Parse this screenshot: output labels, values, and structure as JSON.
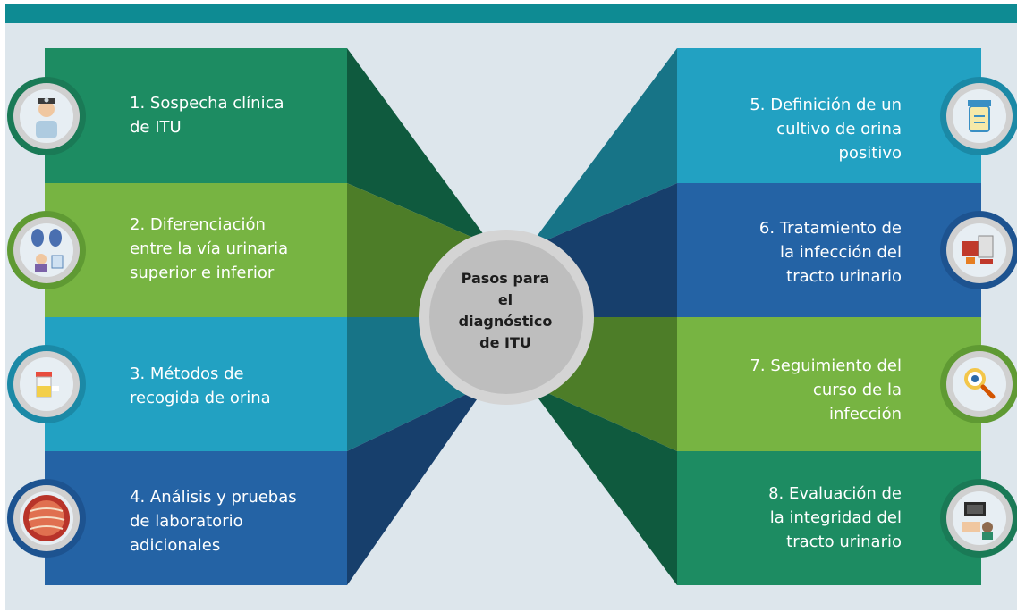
{
  "center": {
    "title": "Pasos para\nel\ndiagnóstico\nde ITU"
  },
  "steps_left": [
    {
      "label": "1. Sospecha clínica\nde ITU",
      "icon": "doctor-icon",
      "color": "#1d8c62",
      "wedge": "#0f5a3e"
    },
    {
      "label": "2. Diferenciación\nentre la vía urinaria\nsuperior e inferior",
      "icon": "kidney-icon",
      "color": "#77b442",
      "wedge": "#4d7d28"
    },
    {
      "label": "3. Métodos de\nrecogida de orina",
      "icon": "urine-cup-icon",
      "color": "#22a1c2",
      "wedge": "#177487"
    },
    {
      "label": "4. Análisis y pruebas\nde laboratorio\nadicionales",
      "icon": "microscope-sample-icon",
      "color": "#2463a5",
      "wedge": "#173f6c"
    }
  ],
  "steps_right": [
    {
      "label": "5. Definición de un\ncultivo de orina\npositivo",
      "icon": "culture-cup-icon",
      "color": "#22a1c2",
      "wedge": "#177487"
    },
    {
      "label": "6. Tratamiento de\nla infección del\ntracto urinario",
      "icon": "medicine-icon",
      "color": "#2463a5",
      "wedge": "#173f6c"
    },
    {
      "label": "7. Seguimiento del\ncurso de la\ninfección",
      "icon": "magnifier-eye-icon",
      "color": "#77b442",
      "wedge": "#4d7d28"
    },
    {
      "label": "8. Evaluación de\nla integridad del\ntracto urinario",
      "icon": "ultrasound-icon",
      "color": "#1d8c62",
      "wedge": "#0f5a3e"
    }
  ],
  "colors": {
    "header": "#0e8b93",
    "background": "#dde6ec",
    "ring": "#d4d4d4",
    "center_fill": "#bebebe"
  }
}
